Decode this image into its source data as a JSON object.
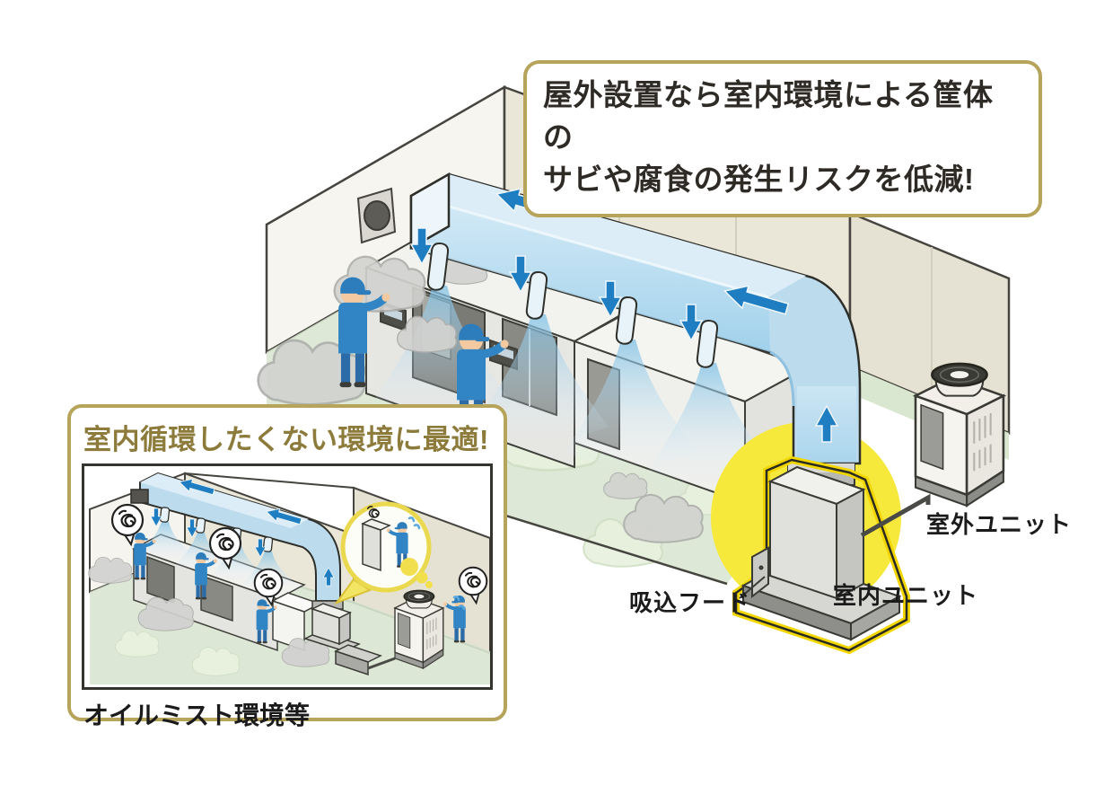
{
  "callout": {
    "line1": "屋外設置なら室内環境による筐体の",
    "line2": "サビや腐食の発生リスクを低減!"
  },
  "inset": {
    "title": "室内循環したくない環境に最適!",
    "caption": "オイルミスト環境等"
  },
  "labels": {
    "suction_hood": "吸込フード",
    "indoor_unit": "室内ユニット",
    "outdoor_unit": "室外ユニット"
  },
  "colors": {
    "accent_gold": "#b6a45a",
    "title_olive": "#8d7b3c",
    "highlight_yellow": "#f6e93c",
    "duct_blue": "#bcdcee",
    "arrow_blue": "#1f7ec2",
    "floor_green": "#d8e6d0",
    "wall_beige": "#eae7d9",
    "text_dark": "#2e2a25"
  },
  "icons": {
    "wall_vent": "wall-vent-icon",
    "oil_mist": "swirl-icon",
    "airflow_down": "down-arrow-icon",
    "airflow_left": "left-arrow-icon",
    "airflow_up": "up-arrow-icon"
  }
}
